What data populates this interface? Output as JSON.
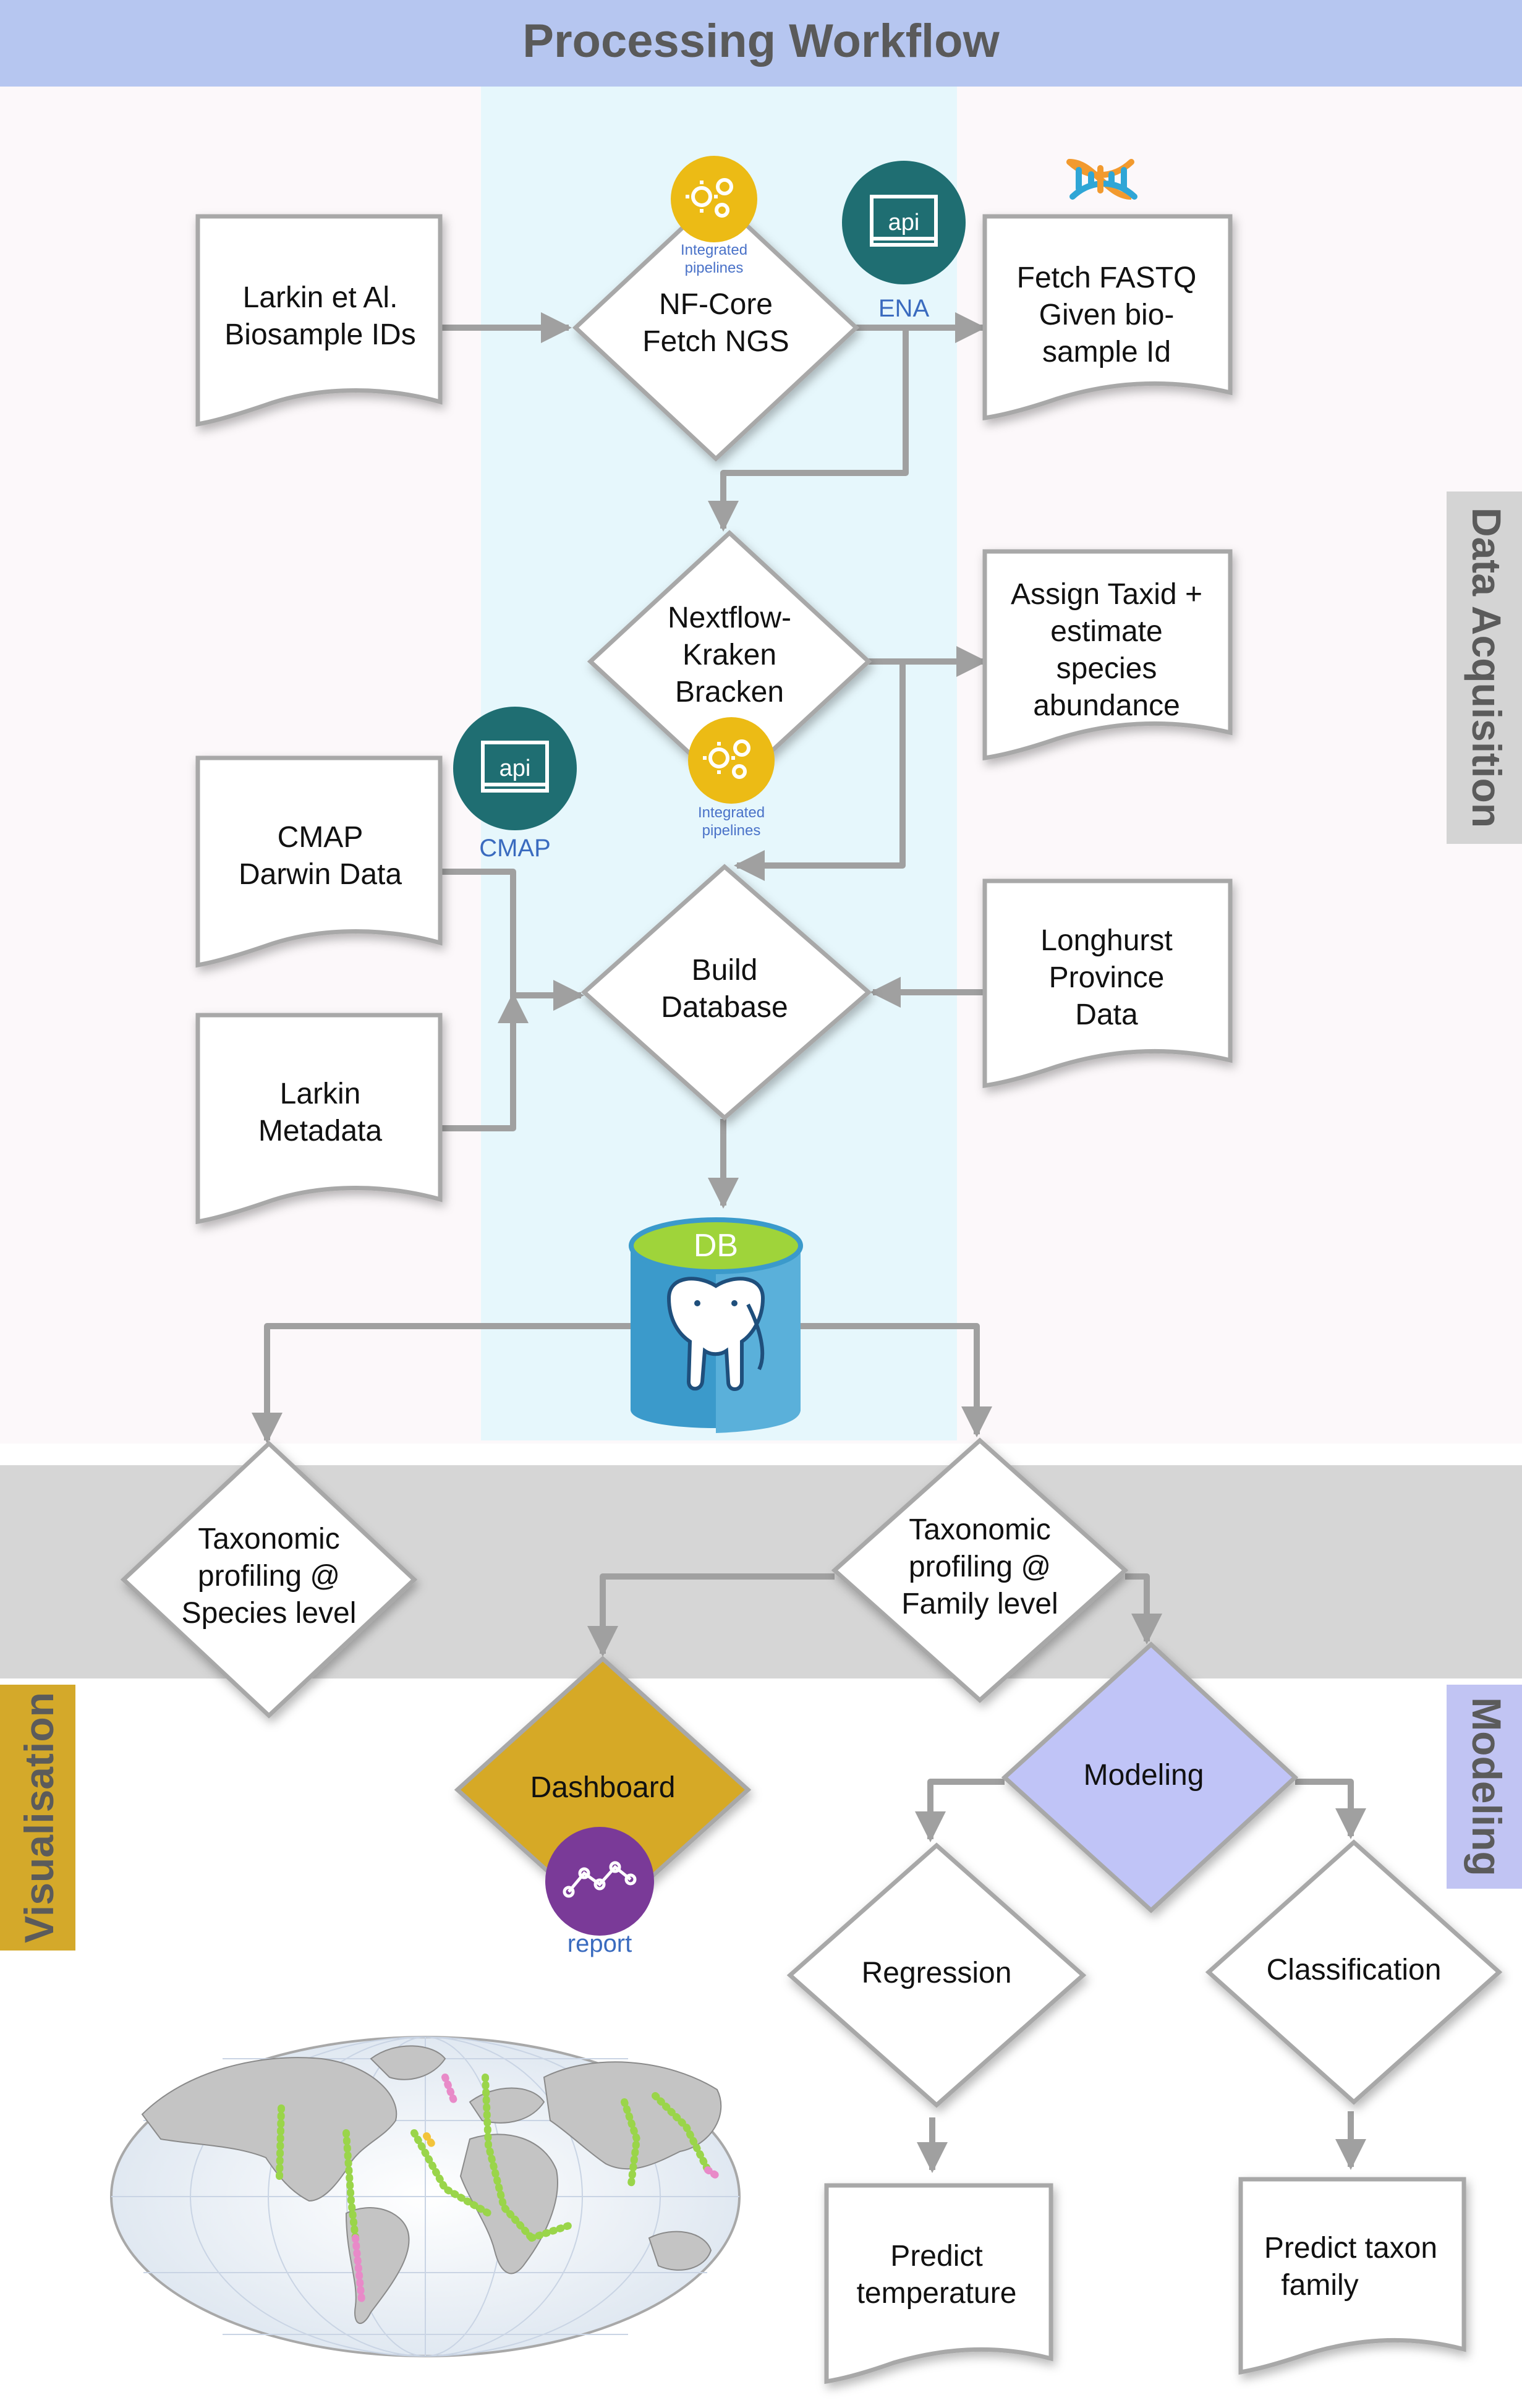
{
  "header": {
    "title": "Processing Workflow"
  },
  "side_labels": {
    "data_acquisition": "Data Acquisition",
    "visualisation": "Visualisation",
    "modeling": "Modeling"
  },
  "documents": {
    "larkin_ids": [
      "Larkin et Al.",
      "Biosample IDs"
    ],
    "fetch_fastq": [
      "Fetch FASTQ",
      "Given bio-",
      "sample Id"
    ],
    "assign_taxid": [
      "Assign Taxid +",
      "estimate",
      "species",
      "abundance"
    ],
    "cmap_darwin": [
      "CMAP",
      "Darwin Data"
    ],
    "larkin_meta": [
      "Larkin",
      "Metadata"
    ],
    "longhurst": [
      "Longhurst",
      "Province",
      "Data"
    ],
    "predict_temp": [
      "Predict",
      "temperature"
    ],
    "predict_taxon": [
      "Predict taxon",
      "family"
    ]
  },
  "decisions": {
    "nfcore": [
      "NF-Core",
      "Fetch NGS"
    ],
    "kraken": [
      "Nextflow-",
      "Kraken",
      "Bracken"
    ],
    "build_db": [
      "Build",
      "Database"
    ],
    "tax_species": [
      "Taxonomic",
      "profiling @",
      "Species level"
    ],
    "tax_family": [
      "Taxonomic",
      "profiling @",
      "Family level"
    ],
    "dashboard": [
      "Dashboard"
    ],
    "modeling": [
      "Modeling"
    ],
    "regression": [
      "Regression"
    ],
    "classification": [
      "Classification"
    ]
  },
  "badges": {
    "integrated_pipelines": [
      "Integrated",
      "pipelines"
    ],
    "api_text": "api",
    "ena_label": "ENA",
    "cmap_label": "CMAP",
    "report_label": "report",
    "db_label": "DB"
  },
  "colors": {
    "header_bg": "#b6c6f0",
    "header_text": "#5a5a5a",
    "cyan_column": "#e6f7fc",
    "pink_band": "#fcf8fa",
    "gray_band": "#d6d6d6",
    "data_acq_tab": "#d4d4d4",
    "visualisation_tab": "#d4a92a",
    "modeling_tab": "#c1c4f3",
    "arrow": "#a0a0a0",
    "dashboard": "#d6a928",
    "modeling": "#c0c4f7",
    "api_teal": "#1f6e72",
    "report_purple": "#7a3a98",
    "pipeline_yellow": "#ecbb15",
    "db_blue": "#3b9acb",
    "db_green": "#9fd43a"
  }
}
